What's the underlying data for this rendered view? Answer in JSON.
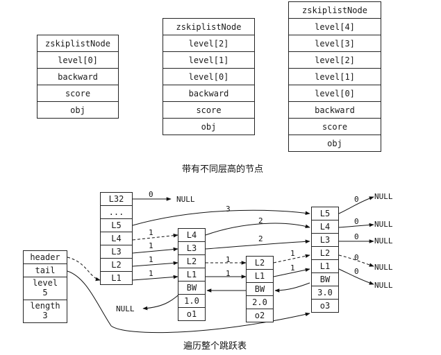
{
  "top_nodes": [
    {
      "cells": [
        "zskiplistNode",
        "level[0]",
        "backward",
        "score",
        "obj"
      ]
    },
    {
      "cells": [
        "zskiplistNode",
        "level[2]",
        "level[1]",
        "level[0]",
        "backward",
        "score",
        "obj"
      ]
    },
    {
      "cells": [
        "zskiplistNode",
        "level[4]",
        "level[3]",
        "level[2]",
        "level[1]",
        "level[0]",
        "backward",
        "score",
        "obj"
      ]
    }
  ],
  "caption_top": "带有不同层高的节点",
  "caption_bottom": "遍历整个跳跃表",
  "list_struct": {
    "header": "header",
    "tail": "tail",
    "level_label": "level",
    "level_value": "5",
    "length_label": "length",
    "length_value": "3"
  },
  "header_node": {
    "cells": [
      "L32",
      "...",
      "L5",
      "L4",
      "L3",
      "L2",
      "L1"
    ]
  },
  "node1": {
    "cells": [
      "L4",
      "L3",
      "L2",
      "L1",
      "BW",
      "1.0",
      "o1"
    ]
  },
  "node2": {
    "cells": [
      "L2",
      "L1",
      "BW",
      "2.0",
      "o2"
    ]
  },
  "node3": {
    "cells": [
      "L5",
      "L4",
      "L3",
      "L2",
      "L1",
      "BW",
      "3.0",
      "o3"
    ]
  },
  "null_text": "NULL",
  "spans": {
    "l32": "0",
    "l5": "3",
    "l4_h": "1",
    "l4_n1": "2",
    "l3_h": "1",
    "l3_n1": "2",
    "l2_h": "1",
    "l2_n1": "1",
    "l2_n2": "1",
    "l1_h": "1",
    "l1_n1": "1",
    "l1_n2": "1",
    "n3_l5": "0",
    "n3_l4": "0",
    "n3_l3": "0",
    "n3_l2": "0",
    "n3_l1": "0"
  }
}
